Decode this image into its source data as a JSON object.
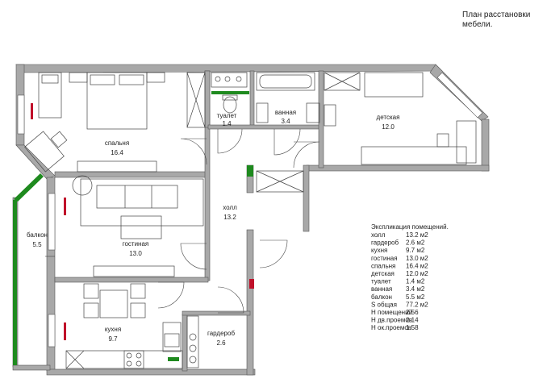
{
  "title": "План расстановки\nмебели.",
  "rooms": {
    "bedroom": {
      "name": "спальня",
      "area": "16.4"
    },
    "toilet": {
      "name": "туалет",
      "area": "1.4"
    },
    "bathroom": {
      "name": "ванная",
      "area": "3.4"
    },
    "kids": {
      "name": "детская",
      "area": "12.0"
    },
    "hall": {
      "name": "холл",
      "area": "13.2"
    },
    "living": {
      "name": "гостиная",
      "area": "13.0"
    },
    "balcony": {
      "name": "балкон",
      "area": "5.5"
    },
    "kitchen": {
      "name": "кухня",
      "area": "9.7"
    },
    "wardrobe": {
      "name": "гардероб",
      "area": "2.6"
    }
  },
  "legend": {
    "heading": "Экспликация помещений.",
    "rows": [
      {
        "label": "холл",
        "value": "13.2 м2"
      },
      {
        "label": "гардероб",
        "value": "2.6 м2"
      },
      {
        "label": "кухня",
        "value": "9.7 м2"
      },
      {
        "label": "гостиная",
        "value": "13.0 м2"
      },
      {
        "label": "спальня",
        "value": "16.4 м2"
      },
      {
        "label": "детская",
        "value": "12.0 м2"
      },
      {
        "label": "туалет",
        "value": "1.4 м2"
      },
      {
        "label": "ванная",
        "value": "3.4 м2"
      },
      {
        "label": "балкон",
        "value": "5.5 м2"
      },
      {
        "label": "S общая",
        "value": "77.2 м2"
      },
      {
        "label": "Н помещений",
        "value": "2.56"
      },
      {
        "label": "Н дв.проемов",
        "value": "2.14"
      },
      {
        "label": "Н ок.проемов",
        "value": "1.58"
      }
    ]
  },
  "colors": {
    "wall": "#9a9a9a",
    "green": "#1e8a1e",
    "red": "#c0102a",
    "line": "#333333"
  }
}
